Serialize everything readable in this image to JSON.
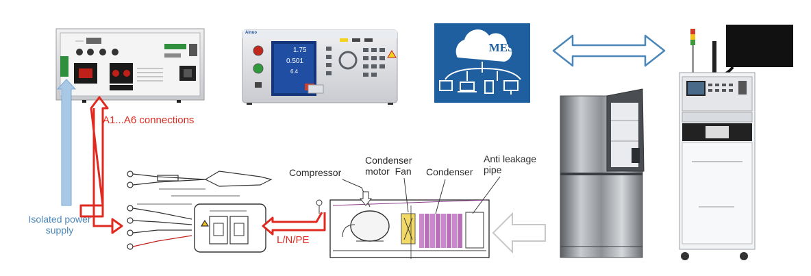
{
  "labels": {
    "a_connections": "A1...A6 connections",
    "isolated_power": [
      "Isolated power",
      "supply"
    ],
    "lnpe": "L/N/PE",
    "compressor": "Compressor",
    "condenser_motor_fan": [
      "Condenser",
      "motor  Fan"
    ],
    "condenser": "Condenser",
    "anti_leakage": [
      "Anti leakage",
      "pipe"
    ],
    "mes": "MES"
  },
  "device": {
    "brand": "Ainuo",
    "readout_1": "1.75",
    "readout_2": "0.501",
    "readout_3": "6.4"
  },
  "colors": {
    "red_connection": "#e02a20",
    "blue_power": "#a9c8e6",
    "mes_cloud": "#1f5fa0",
    "double_arrow": "#4a86b8"
  }
}
